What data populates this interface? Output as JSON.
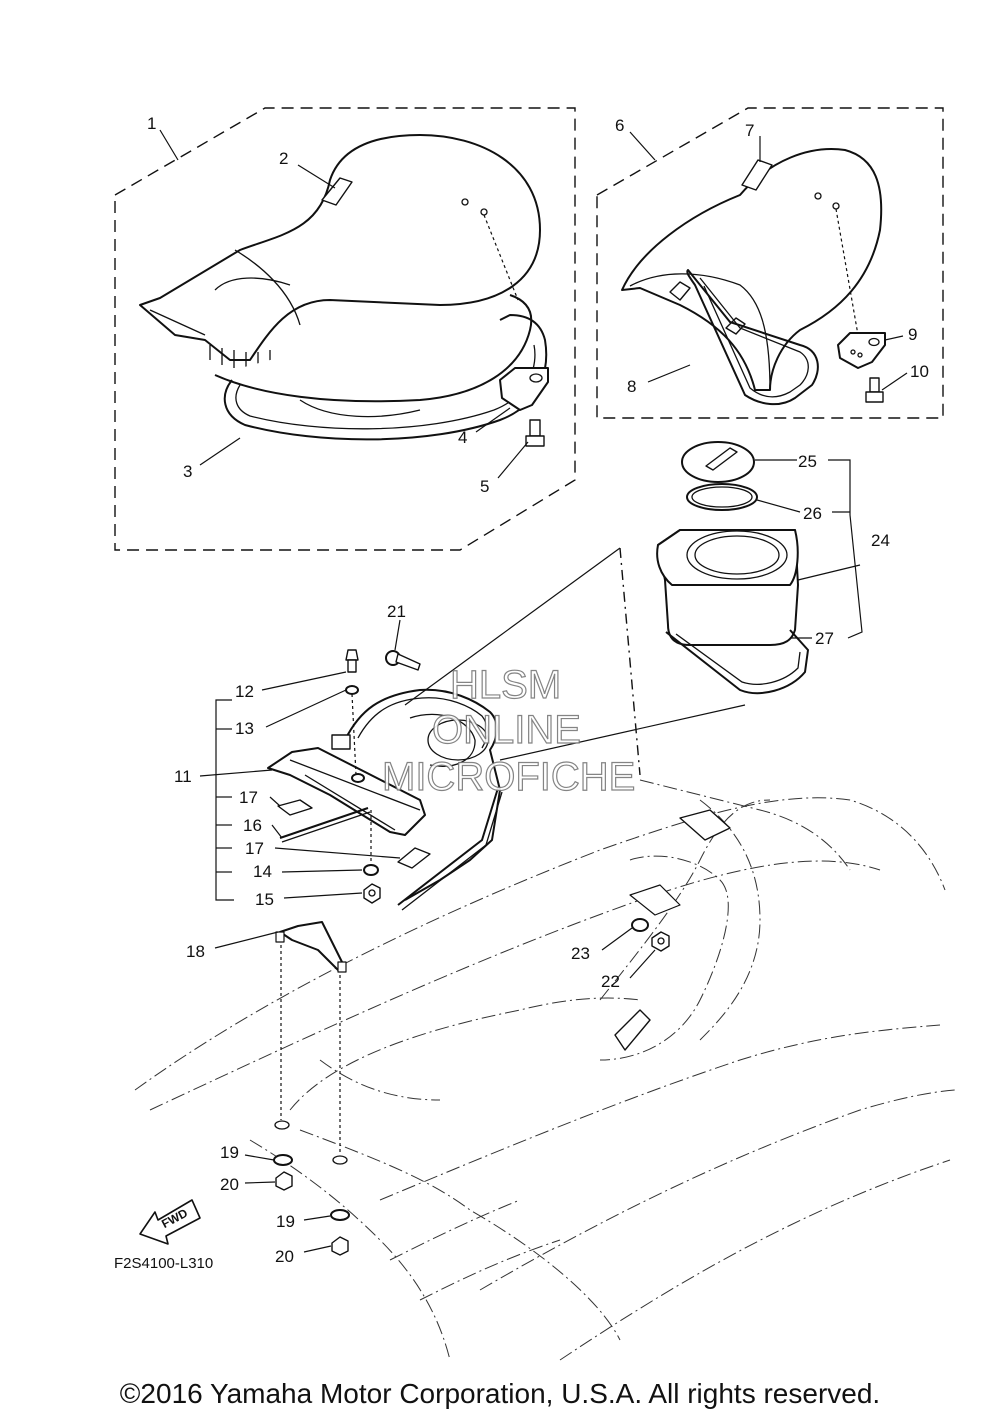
{
  "diagram": {
    "callouts": {
      "c1": "1",
      "c2": "2",
      "c3": "3",
      "c4": "4",
      "c5": "5",
      "c6": "6",
      "c7": "7",
      "c8": "8",
      "c9": "9",
      "c10": "10",
      "c11": "11",
      "c12": "12",
      "c13": "13",
      "c14": "14",
      "c15": "15",
      "c16": "16",
      "c17a": "17",
      "c17b": "17",
      "c18": "18",
      "c19a": "19",
      "c19b": "19",
      "c20a": "20",
      "c20b": "20",
      "c21": "21",
      "c22": "22",
      "c23": "23",
      "c24": "24",
      "c25": "25",
      "c26": "26",
      "c27": "27"
    },
    "fwd_label": "FWD",
    "reference_code": "F2S4100-L310"
  },
  "watermark": {
    "line1": "HLSM",
    "line2": "ONLINE",
    "line3": "MICROFICHE"
  },
  "footer": {
    "copyright": "©2016 Yamaha Motor Corporation, U.S.A. All rights reserved."
  }
}
